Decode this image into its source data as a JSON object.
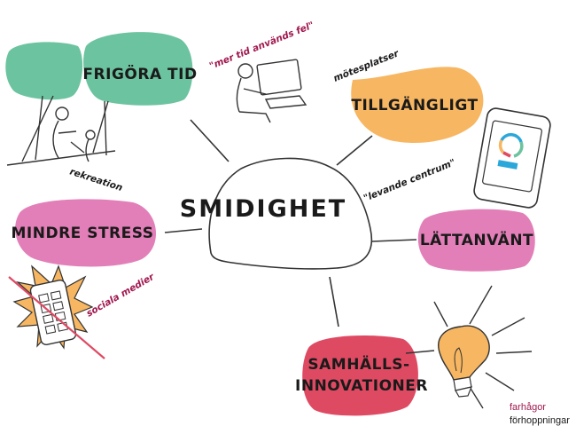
{
  "center": {
    "label": "SMIDIGHET"
  },
  "blobs": [
    {
      "id": "frigora-tid",
      "label": "FRIGÖRA TID",
      "color": "#6cc3a0"
    },
    {
      "id": "tillgangligt",
      "label": "TILLGÄNGLIGT",
      "color": "#f7b661"
    },
    {
      "id": "mindre-stress",
      "label": "MINDRE STRESS",
      "color": "#e27fb8"
    },
    {
      "id": "lattanvant",
      "label": "LÄTTANVÄNT",
      "color": "#e27fb8"
    },
    {
      "id": "samhalls",
      "label_line1": "SAMHÄLLS-",
      "label_line2": "INNOVATIONER",
      "color": "#df4a63"
    }
  ],
  "annotations": {
    "mer_tid": "\"mer tid används fel\"",
    "motesplatser": "mötesplatser",
    "rekreation": "rekreation",
    "levande_centrum": "\"levande centrum\"",
    "sociala_medier": "sociala medier"
  },
  "legend": {
    "fears": "farhågor",
    "hopes": "förhoppningar",
    "fears_color": "#a0184e",
    "hopes_color": "#1a1a1a"
  }
}
